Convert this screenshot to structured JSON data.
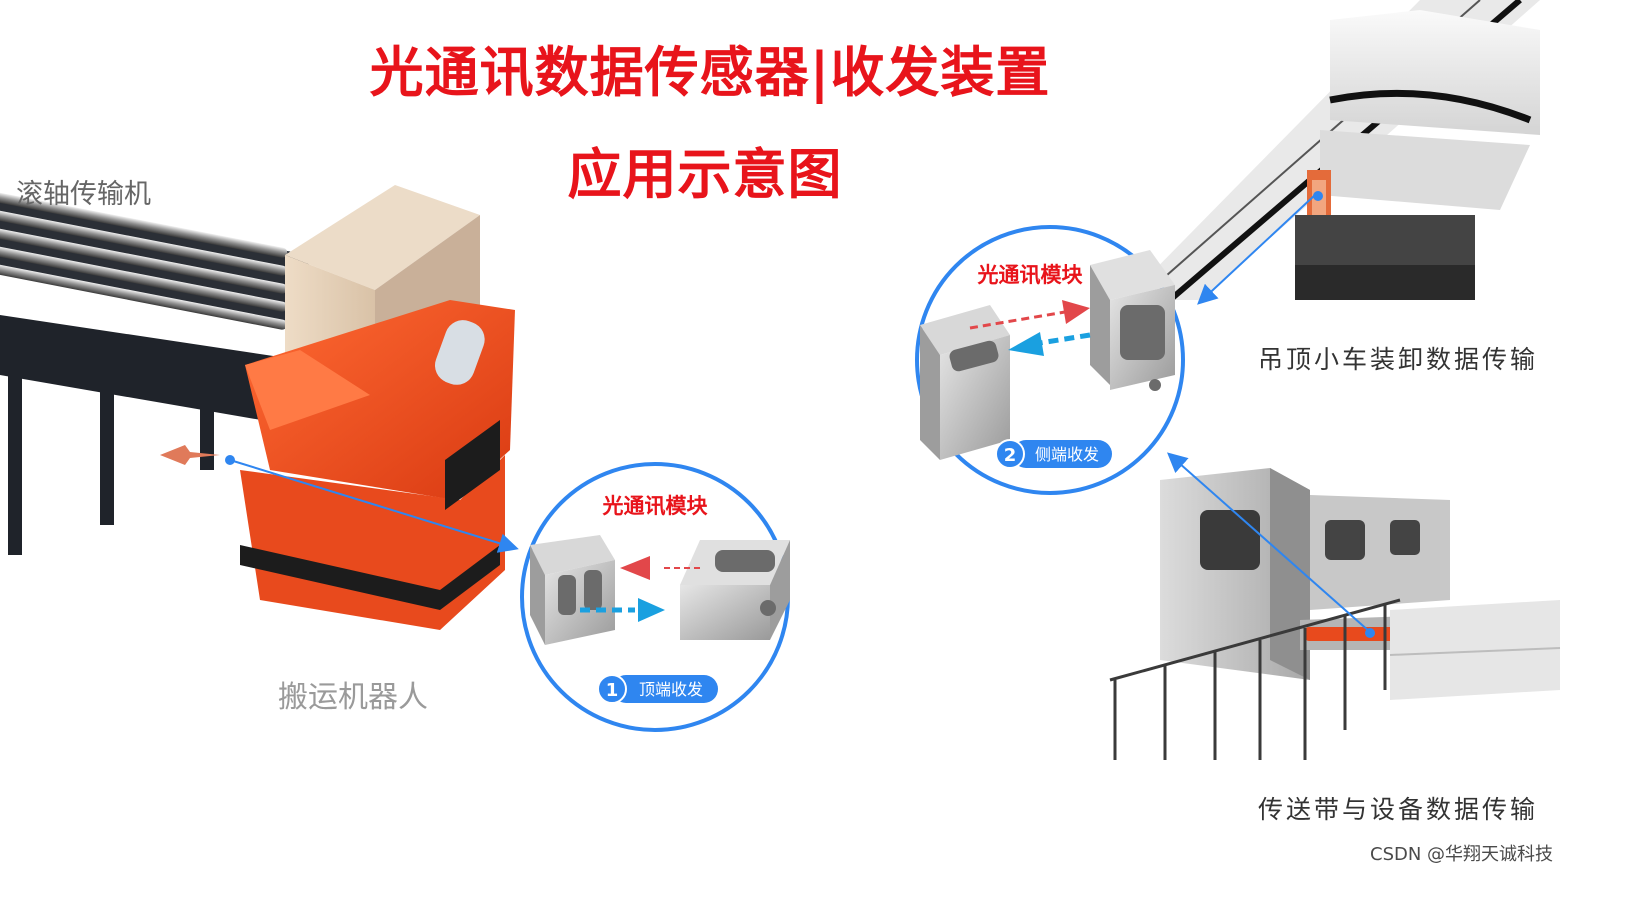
{
  "title_line1": "光通讯数据传感器|收发装置",
  "title_line2": "应用示意图",
  "labels": {
    "roller_conveyor": "滚轴传输机",
    "robot": "搬运机器人",
    "ceiling_cart": "吊顶小车装卸数据传输",
    "belt_equipment": "传送带与设备数据传输"
  },
  "callout_top": {
    "module_label": "光通讯模块",
    "badge_number": "1",
    "badge_text": "顶端收发"
  },
  "callout_side": {
    "module_label": "光通讯模块",
    "badge_number": "2",
    "badge_text": "侧端收发"
  },
  "watermark": "CSDN @华翔天诚科技",
  "colors": {
    "title_red": "#e8141b",
    "robot_orange": "#f04a1d",
    "callout_blue": "#2f86f0",
    "arrow_red": "#e2474a",
    "arrow_cyan": "#1aa0e0"
  }
}
